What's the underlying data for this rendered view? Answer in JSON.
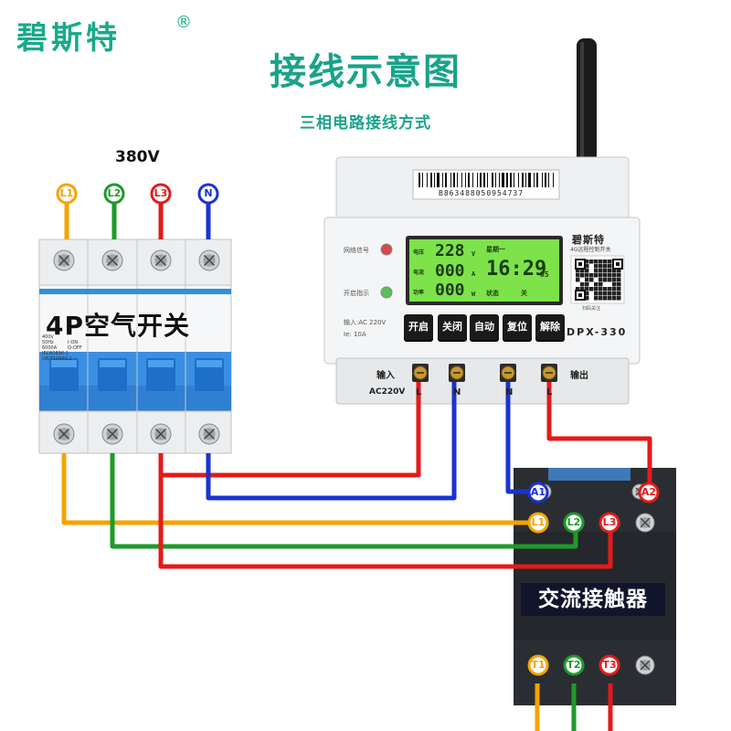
{
  "header": {
    "brand": "碧斯特",
    "registered": "®",
    "title": "接线示意图",
    "subtitle": "三相电路接线方式"
  },
  "supply": {
    "voltage": "380V",
    "phases": [
      {
        "label": "L1",
        "color": "#f5a300"
      },
      {
        "label": "L2",
        "color": "#1f9a2a"
      },
      {
        "label": "L3",
        "color": "#e31b1b"
      },
      {
        "label": "N",
        "color": "#1a33d1"
      }
    ]
  },
  "breaker": {
    "label": "4P空气开关",
    "spec_lines": [
      "400V",
      "50Hz",
      "6000A",
      "IEC60898-1",
      "GB/T10963.1"
    ],
    "on_off": [
      "I-ON",
      "O-OFF"
    ]
  },
  "device": {
    "barcode": "B863488050954737",
    "brand": "碧斯特",
    "brand_sub": "4G远程控制开关",
    "model": "DPX-330",
    "indicator_network": "网络信号",
    "indicator_on": "开启指示",
    "input_spec": "输入:AC 220V",
    "current_spec": "Ie: 10A",
    "lcd": {
      "voltage_label": "电压",
      "voltage_value": "228",
      "voltage_unit": "V",
      "current_label": "电流",
      "current_value": "000",
      "current_unit": "A",
      "power_label": "功率",
      "power_value": "000",
      "power_unit": "W",
      "weekday": "星期一",
      "time": "16:29",
      "seconds": "05",
      "status_label": "状态",
      "status_value": "关"
    },
    "buttons": [
      "开启",
      "关闭",
      "自动",
      "复位",
      "解除"
    ],
    "qr_caption": "扫码关注",
    "input_label": "输入",
    "input_voltage": "AC220V",
    "output_label": "输出",
    "terminals": [
      "L",
      "N",
      "N",
      "L"
    ]
  },
  "contactor": {
    "label": "交流接触器",
    "coil": [
      {
        "label": "A1",
        "color": "#1a33d1"
      },
      {
        "label": "A2",
        "color": "#e31b1b"
      }
    ],
    "inputs": [
      {
        "label": "L1",
        "color": "#f5a300"
      },
      {
        "label": "L2",
        "color": "#1f9a2a"
      },
      {
        "label": "L3",
        "color": "#e31b1b"
      }
    ],
    "outputs": [
      {
        "label": "T1",
        "color": "#f5a300"
      },
      {
        "label": "T2",
        "color": "#1f9a2a"
      },
      {
        "label": "T3",
        "color": "#e31b1b"
      }
    ]
  },
  "colors": {
    "L1": "#f5a300",
    "L2": "#1f9a2a",
    "L3": "#e31b1b",
    "N": "#1a33d1",
    "accent": "#19a98b",
    "breaker_blue": "#2f8fe0",
    "lcd_green": "#7ee24b"
  }
}
